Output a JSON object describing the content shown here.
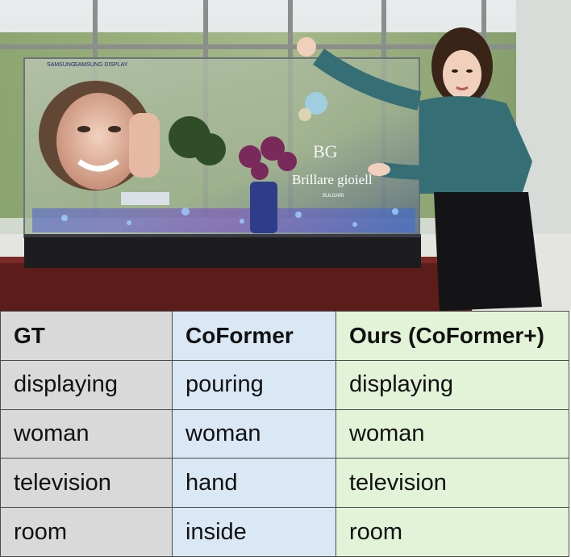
{
  "photo": {
    "display_brand": "SAMSUNG",
    "display_subbrand": "SAMSUNG DISPLAY",
    "screen_logo": "BG",
    "screen_text": "Brillare gioiell",
    "screen_small": "BULGARI"
  },
  "table": {
    "headers": [
      "GT",
      "CoFormer",
      "Ours (CoFormer+)"
    ],
    "rows": [
      {
        "gt": "displaying",
        "coformer": "pouring",
        "coformer_error": true,
        "ours": "displaying"
      },
      {
        "gt": "woman",
        "coformer": "woman",
        "coformer_error": false,
        "ours": "woman"
      },
      {
        "gt": "television",
        "coformer": "hand",
        "coformer_error": true,
        "ours": "television"
      },
      {
        "gt": "room",
        "coformer": "inside",
        "coformer_error": true,
        "ours": "room"
      }
    ]
  },
  "colors": {
    "error_text": "#c0272d",
    "gt_column": "#d9d9d9",
    "coformer_column": "#dae7f5",
    "ours_column": "#e3f3d7"
  }
}
